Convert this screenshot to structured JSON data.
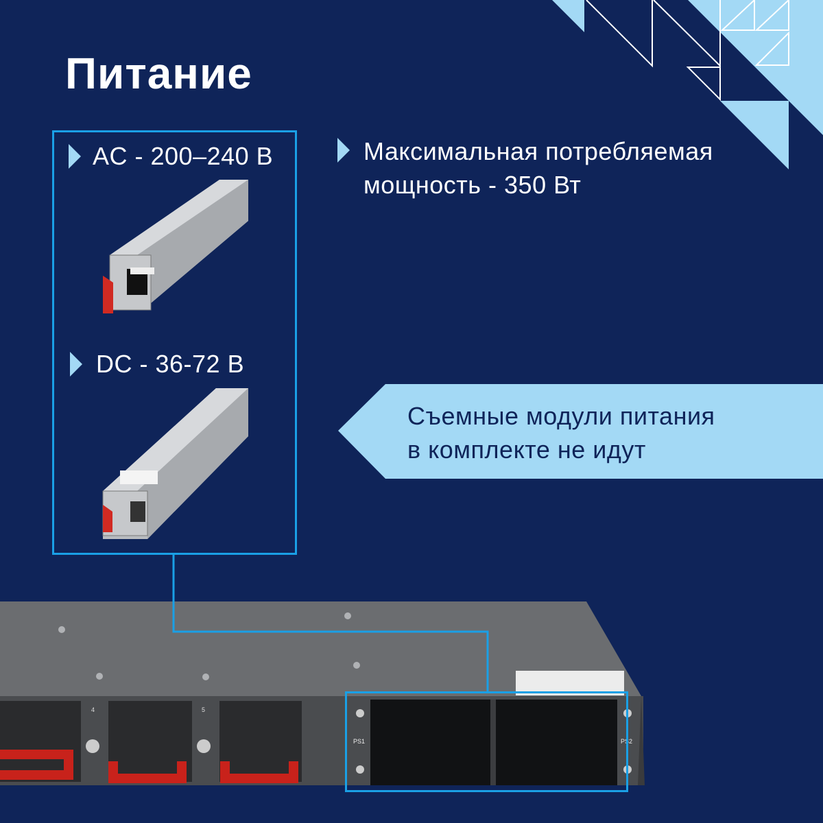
{
  "title": "Питание",
  "ac": {
    "label": "AC - 200–240 В"
  },
  "dc": {
    "label": "DC - 36-72 В"
  },
  "power": {
    "line1": "Максимальная потребляемая",
    "line2": "мощность - 350 Вт"
  },
  "callout": {
    "line1": "Съемные модули питания",
    "line2": "в комплекте не идут"
  },
  "device": {
    "slot1": "PS1",
    "slot2": "PS2",
    "fan4": "4",
    "fan5": "5"
  },
  "colors": {
    "background": "#0f2459",
    "accent_light": "#a3d9f5",
    "frame": "#1aa0e6"
  }
}
